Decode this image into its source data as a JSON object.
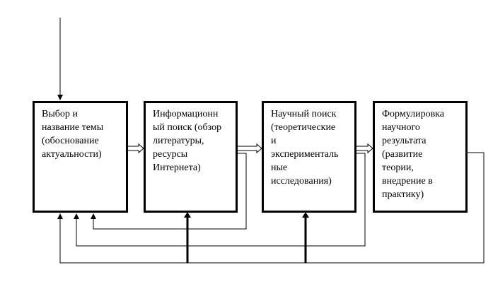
{
  "diagram": {
    "boxes": [
      {
        "id": "box-1",
        "text": "Выбор и\nназвание темы\n(обоснование\nактуальности)"
      },
      {
        "id": "box-2",
        "text": "Информационн\nый поиск (обзор\nлитературы,\nресурсы\nИнтернета)"
      },
      {
        "id": "box-3",
        "text": "Научный поиск\n(теоретические\nи\nэксперименталь\nные\nисследования)"
      },
      {
        "id": "box-4",
        "text": "Формулировка\nнаучного\nрезультата\n(развитие\nтеории,\nвнедрение в\nпрактику)"
      }
    ],
    "line_color": "#000000"
  }
}
